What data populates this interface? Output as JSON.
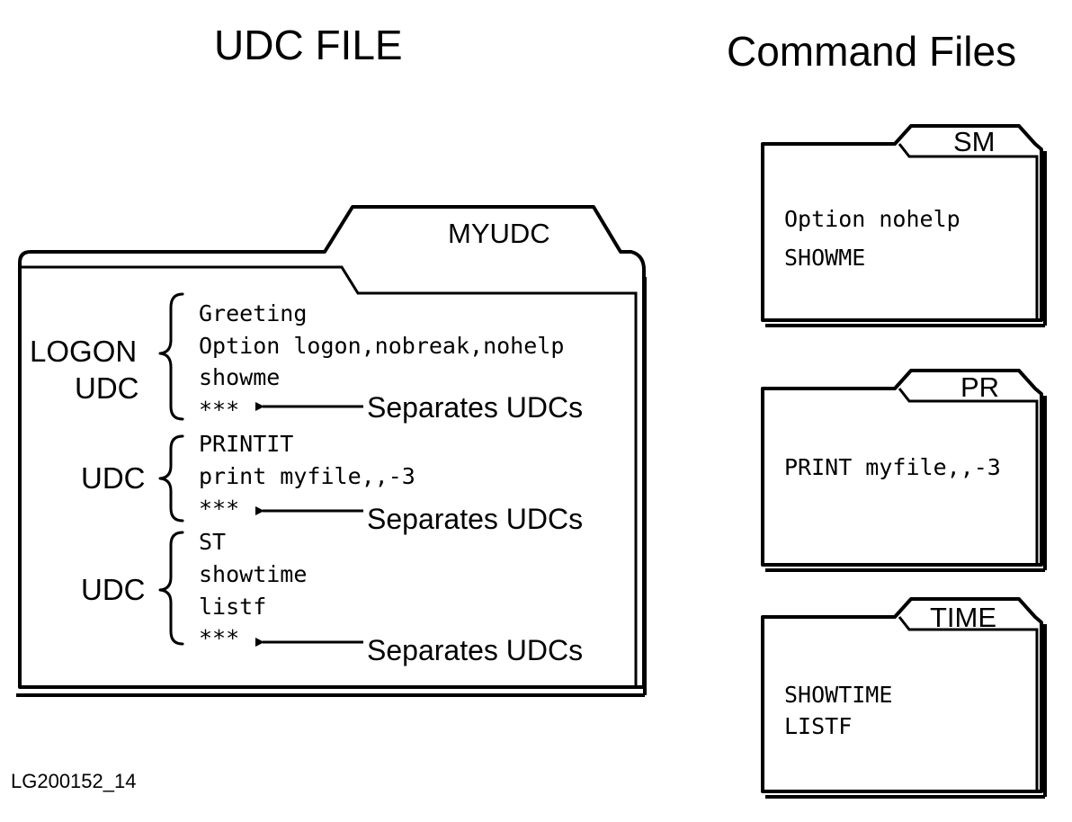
{
  "headings": {
    "left": "UDC FILE",
    "right": "Command Files"
  },
  "udc_file": {
    "tab_label": "MYUDC",
    "groups": [
      {
        "label_lines": [
          "LOGON",
          "UDC"
        ],
        "lines": [
          "Greeting",
          "Option logon,nobreak,nohelp",
          "showme",
          "***"
        ],
        "separator_label": "Separates UDCs"
      },
      {
        "label_lines": [
          "UDC"
        ],
        "lines": [
          "PRINTIT",
          "print myfile,,-3",
          "***"
        ],
        "separator_label": "Separates UDCs"
      },
      {
        "label_lines": [
          "UDC"
        ],
        "lines": [
          "ST",
          "showtime",
          "listf",
          "***"
        ],
        "separator_label": "Separates UDCs"
      }
    ]
  },
  "command_files": [
    {
      "tab_label": "SM",
      "lines": [
        "Option nohelp",
        "SHOWME"
      ]
    },
    {
      "tab_label": "PR",
      "lines": [
        "PRINT myfile,,-3"
      ]
    },
    {
      "tab_label": "TIME",
      "lines": [
        "SHOWTIME",
        "LISTF"
      ]
    }
  ],
  "figure_id": "LG200152_14"
}
